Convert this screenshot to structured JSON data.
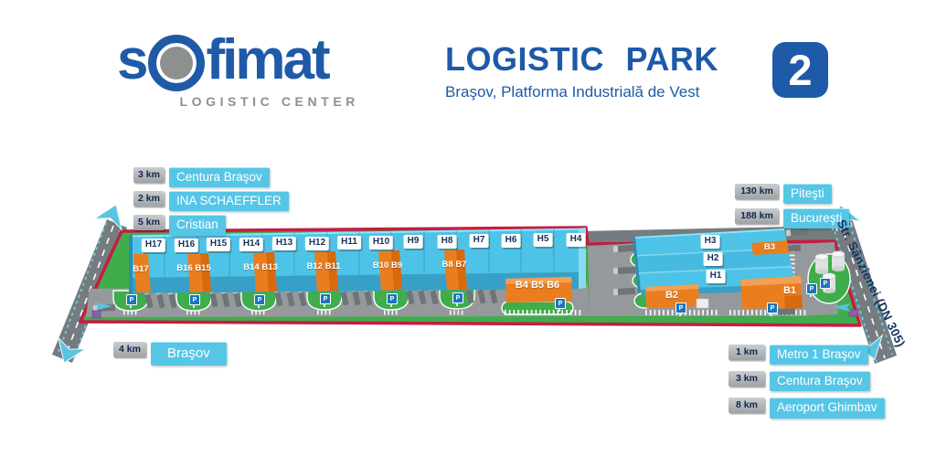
{
  "header": {
    "logo": {
      "part1": "s",
      "part2": "fimat",
      "tagline": "LOGISTIC CENTER"
    },
    "title": "LOGISTIC PARK",
    "subtitle": "Braşov, Platforma Industrială de Vest",
    "badge": "2"
  },
  "distances": {
    "top_left": [
      {
        "km": "3 km",
        "name": "Centura Braşov"
      },
      {
        "km": "2 km",
        "name": "INA SCHAEFFLER"
      },
      {
        "km": "5 km",
        "name": "Cristian"
      }
    ],
    "top_right": [
      {
        "km": "130 km",
        "name": "Piteşti"
      },
      {
        "km": "188 km",
        "name": "Bucureşti"
      }
    ],
    "bottom_left": [
      {
        "km": "4 km",
        "name": "Braşov"
      }
    ],
    "bottom_right": [
      {
        "km": "1 km",
        "name": "Metro 1 Braşov"
      },
      {
        "km": "3 km",
        "name": "Centura Braşov"
      },
      {
        "km": "8 km",
        "name": "Aeroport Ghimbav"
      }
    ]
  },
  "map": {
    "street": "Str. Sânzienei (DN 305)",
    "parking_sign": "P",
    "h_units": [
      "H17",
      "H16",
      "H15",
      "H14",
      "H13",
      "H12",
      "H11",
      "H10",
      "H9",
      "H8",
      "H7",
      "H6",
      "H5",
      "H4"
    ],
    "right_units": [
      "H3",
      "H2",
      "H1"
    ],
    "b_units": [
      "B17",
      "B16 B15",
      "B14 B13",
      "B12 B11",
      "B10 B9",
      "B8 B7"
    ],
    "b_front": "B4 B5 B6",
    "b3": "B3",
    "b2": "B2",
    "b1": "B1"
  },
  "colors": {
    "brand_blue": "#1E5AA8",
    "badge_cyan": "#56C6E6",
    "building_cyan": "#4EC3E8",
    "module_orange": "#EA7D1E",
    "grass_green": "#3FAD4B",
    "boundary_red": "#C51C44",
    "road_gray": "#757C80"
  }
}
